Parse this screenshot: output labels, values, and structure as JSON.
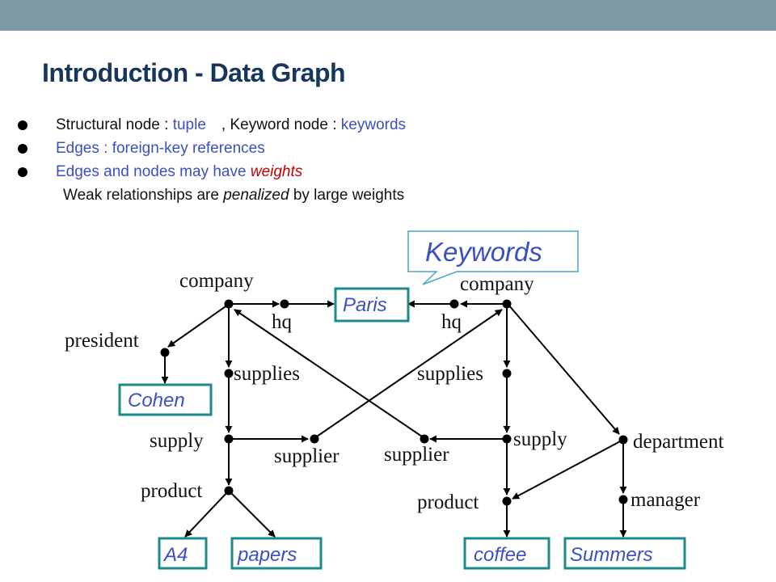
{
  "title": "Introduction - Data Graph",
  "bullets": {
    "b1_part1": "Structural node : ",
    "b1_part2": "tuple",
    "b1_part3": "　, Keyword node : ",
    "b1_part4": "keywords",
    "b2": "Edges : foreign-key references",
    "b3_part1": "Edges and nodes may have ",
    "b3_part2": "weights",
    "b4_part1": "Weak relationships are ",
    "b4_part2": "penalized",
    "b4_part3": " by large weights"
  },
  "callout": "Keywords",
  "labels": {
    "company_left": "company",
    "company_right": "company",
    "hq_left": "hq",
    "hq_right": "hq",
    "president": "president",
    "supplies_left": "supplies",
    "supplies_right": "supplies",
    "supply_left": "supply",
    "supply_right": "supply",
    "supplier_left": "supplier",
    "supplier_right": "supplier",
    "product_left": "product",
    "product_right": "product",
    "department": "department",
    "manager": "manager"
  },
  "keywords": {
    "paris": "Paris",
    "cohen": "Cohen",
    "a4": "A4",
    "papers": "papers",
    "coffee": "coffee",
    "summers": "Summers"
  },
  "colors": {
    "topbar": "#7c9aa6",
    "title": "#17365d",
    "keyword_text": "#3b4fc4",
    "keyword_border": "#1a8a8a",
    "weights": "#c00000"
  }
}
